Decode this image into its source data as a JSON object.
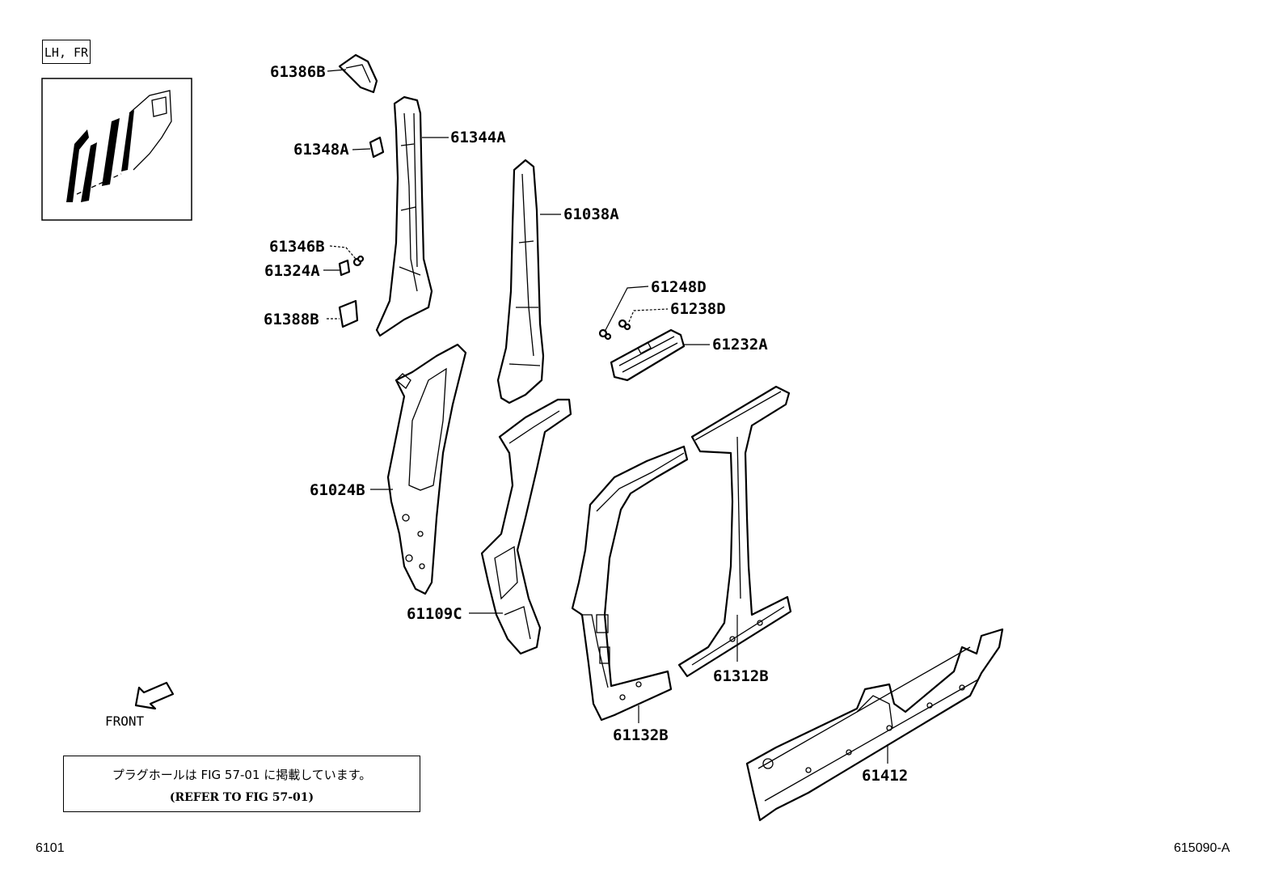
{
  "view_tag": "LH, FR",
  "front_label": "FRONT",
  "note": {
    "line1": "プラグホールは FIG 57-01 に掲載しています。",
    "line2": "(REFER TO FIG 57-01)"
  },
  "footer": {
    "left": "6101",
    "right": "615090-A"
  },
  "parts": [
    {
      "id": "61386B",
      "label": "61386B"
    },
    {
      "id": "61344A",
      "label": "61344A"
    },
    {
      "id": "61348A",
      "label": "61348A"
    },
    {
      "id": "61038A",
      "label": "61038A"
    },
    {
      "id": "61346B",
      "label": "61346B"
    },
    {
      "id": "61324A",
      "label": "61324A"
    },
    {
      "id": "61388B",
      "label": "61388B"
    },
    {
      "id": "61248D",
      "label": "61248D"
    },
    {
      "id": "61238D",
      "label": "61238D"
    },
    {
      "id": "61232A",
      "label": "61232A"
    },
    {
      "id": "61024B",
      "label": "61024B"
    },
    {
      "id": "61109C",
      "label": "61109C"
    },
    {
      "id": "61312B",
      "label": "61312B"
    },
    {
      "id": "61132B",
      "label": "61132B"
    },
    {
      "id": "61412",
      "label": "61412"
    }
  ]
}
